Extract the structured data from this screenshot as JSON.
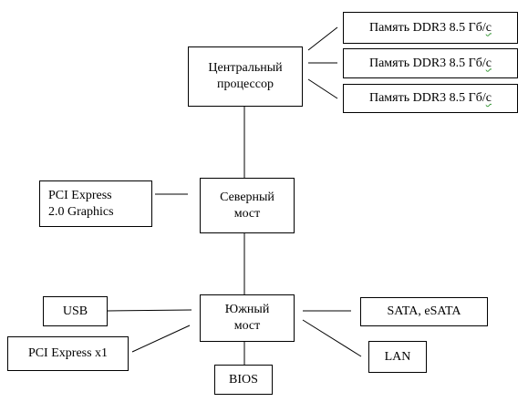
{
  "diagram": {
    "cpu": "Центральный\nпроцессор",
    "memory": [
      {
        "prefix": "Память DDR3 8.5 Гб/",
        "suffix": "с"
      },
      {
        "prefix": "Память DDR3 8.5 Гб/",
        "suffix": "с"
      },
      {
        "prefix": "Память DDR3 8.5 Гб/",
        "suffix": "с"
      }
    ],
    "north_bridge": "Северный\nмост",
    "pcie_graphics": "PCI Express\n2.0 Graphics",
    "south_bridge": "Южный\nмост",
    "usb": "USB",
    "pcie_x1": "PCI Express x1",
    "sata": "SATA, eSATA",
    "lan": "LAN",
    "bios": "BIOS"
  }
}
